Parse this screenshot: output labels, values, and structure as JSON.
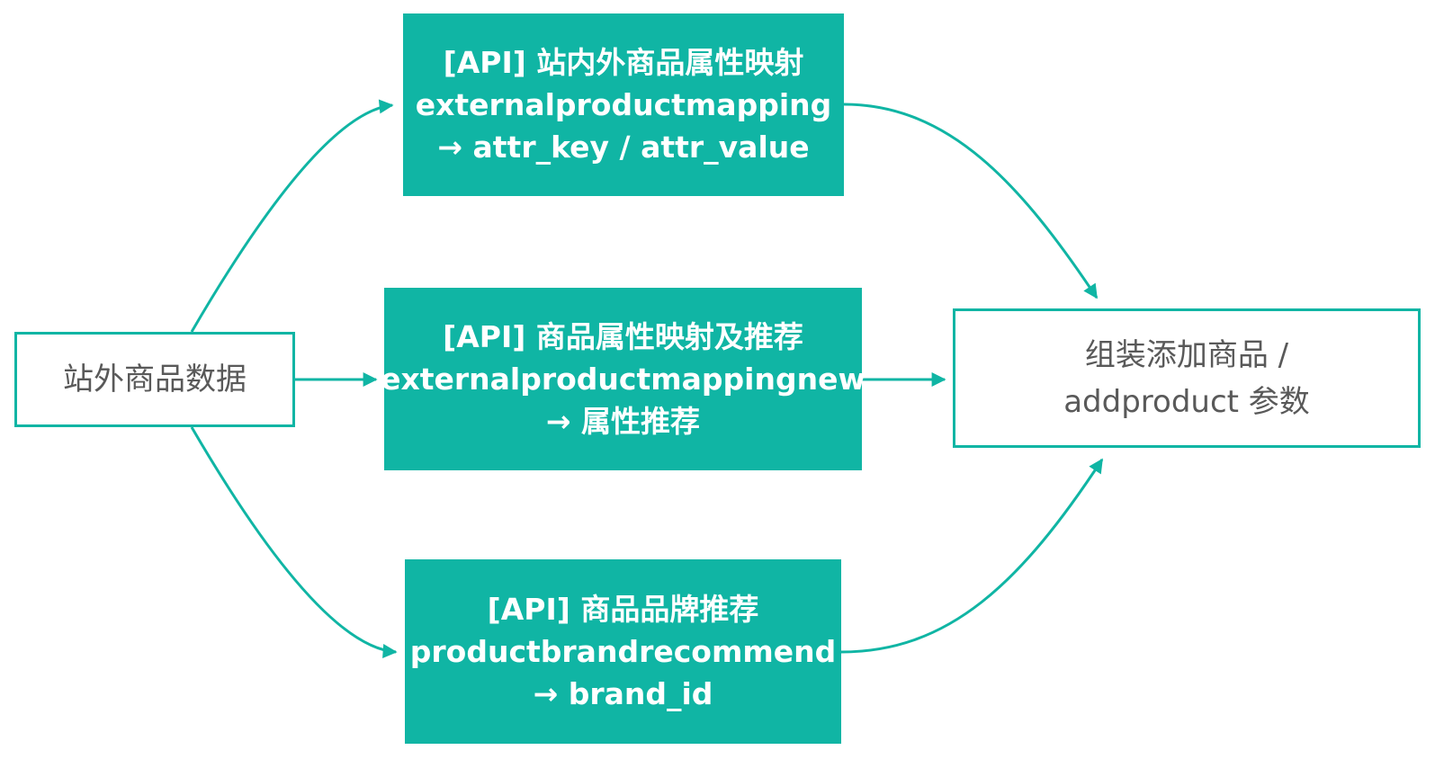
{
  "colors": {
    "accent": "#10B5A4",
    "node_fill": "#10B5A4",
    "node_text": "#FFFFFF",
    "plain_text": "#595959"
  },
  "nodes": {
    "source": {
      "label": "站外商品数据"
    },
    "api_top": {
      "title": "[API] 站内外商品属性映射",
      "endpoint": "externalproductmapping",
      "output": "→ attr_key / attr_value"
    },
    "api_mid": {
      "title": "[API] 商品属性映射及推荐",
      "endpoint": "externalproductmappingnew",
      "output": "→ 属性推荐"
    },
    "api_bottom": {
      "title": "[API] 商品品牌推荐",
      "endpoint": "productbrandrecommend",
      "output": "→ brand_id"
    },
    "target": {
      "line1": "组装添加商品 /",
      "line2": "addproduct 参数"
    }
  }
}
